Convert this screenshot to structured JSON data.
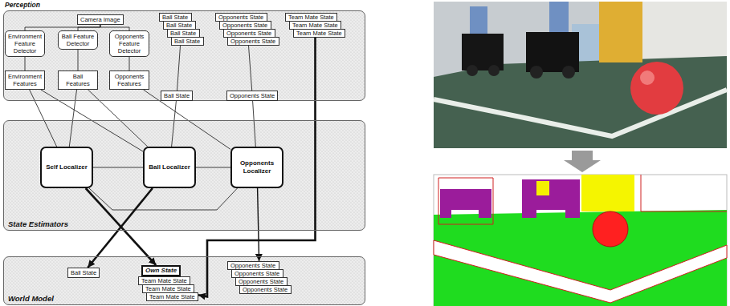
{
  "diagram": {
    "nodes": [
      {
        "text": [
          "Perception"
        ]
      },
      {
        "text": [
          "Camera Image"
        ],
        "in": 0
      },
      {
        "text": [
          "Ball State",
          "Ball State",
          "Ball State",
          "Ball State"
        ],
        "in": 0
      },
      {
        "text": [
          "Opponents State",
          "Opponents State",
          "Opponents State",
          "Opponents State"
        ],
        "in": 0
      },
      {
        "text": [
          "Team Mate State",
          "Team Mate State",
          "Team Mate State"
        ],
        "in": 0
      },
      {
        "text": [
          "Environment Feature Detector"
        ],
        "in": 0
      },
      {
        "text": [
          "Ball Feature Detector"
        ],
        "in": 0
      },
      {
        "text": [
          "Opponents Feature Detector"
        ],
        "in": 0
      },
      {
        "text": [
          "Environment Features"
        ],
        "in": 0
      },
      {
        "text": [
          "Ball Features"
        ],
        "in": 0
      },
      {
        "text": [
          "Opponents Features"
        ],
        "in": 0
      },
      {
        "text": [
          "Ball State"
        ],
        "in": 0
      },
      {
        "text": [
          "Opponents State"
        ],
        "in": 0
      },
      {
        "text": [
          "State Estimators"
        ]
      },
      {
        "text": [
          "Self Localizer"
        ],
        "in": 13
      },
      {
        "text": [
          "Ball Localizer"
        ],
        "in": 13
      },
      {
        "text": [
          "Opponents Localizer"
        ],
        "in": 13
      },
      {
        "text": [
          "World Model"
        ]
      },
      {
        "text": [
          "Ball State"
        ],
        "in": 17
      },
      {
        "text": [
          "Own State"
        ],
        "in": 17
      },
      {
        "text": [
          "Team Mate State",
          "Team Mate State",
          "Team Mate State"
        ],
        "in": 17
      },
      {
        "text": [
          "Opponents State",
          "Opponents State",
          "Opponents State",
          "Opponents State"
        ],
        "in": 17
      }
    ],
    "edges": [
      {
        "from": 1,
        "to": 5,
        "arrow": "none"
      },
      {
        "from": 1,
        "to": 6,
        "arrow": "none"
      },
      {
        "from": 1,
        "to": 7,
        "arrow": "none"
      },
      {
        "from": 5,
        "to": 8,
        "arrow": "none"
      },
      {
        "from": 6,
        "to": 9,
        "arrow": "none"
      },
      {
        "from": 7,
        "to": 10,
        "arrow": "none"
      },
      {
        "from": 2,
        "to": 11,
        "arrow": "none"
      },
      {
        "from": 3,
        "to": 12,
        "arrow": "none"
      },
      {
        "from": 8,
        "to": 14,
        "arrow": "none"
      },
      {
        "from": 8,
        "to": 15,
        "arrow": "none"
      },
      {
        "from": 9,
        "to": 14,
        "arrow": "none"
      },
      {
        "from": 9,
        "to": 15,
        "arrow": "none"
      },
      {
        "from": 10,
        "to": 16,
        "arrow": "none"
      },
      {
        "from": 11,
        "to": 15,
        "arrow": "none"
      },
      {
        "from": 12,
        "to": 16,
        "arrow": "none"
      },
      {
        "from": 14,
        "to": 15,
        "arrow": "none"
      },
      {
        "from": 14,
        "to": 16,
        "arrow": "none"
      },
      {
        "from": 15,
        "to": 16,
        "arrow": "none"
      },
      {
        "from": 14,
        "to": 19,
        "arrow": "to"
      },
      {
        "from": 15,
        "to": 18,
        "arrow": "to"
      },
      {
        "from": 16,
        "to": 21,
        "arrow": "to"
      },
      {
        "from": 4,
        "to": 20,
        "arrow": "to"
      }
    ]
  }
}
